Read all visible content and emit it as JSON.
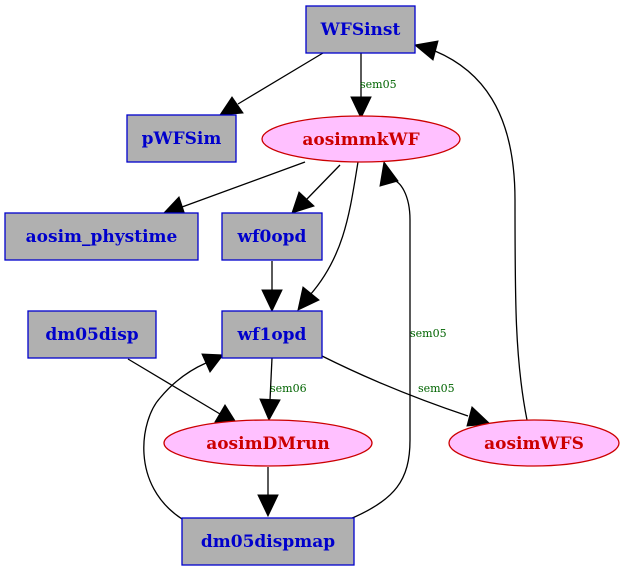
{
  "diagram": {
    "nodes": {
      "wfsinst": "WFSinst",
      "pwfsim": "pWFSim",
      "aosimmkwf": "aosimmkWF",
      "aosim_phystime": "aosim_phystime",
      "wf0opd": "wf0opd",
      "dm05disp": "dm05disp",
      "wf1opd": "wf1opd",
      "aosimdmrun": "aosimDMrun",
      "aosimwfs": "aosimWFS",
      "dm05dispmap": "dm05dispmap"
    },
    "edge_labels": {
      "wfsinst_to_aosimmkwf": "sem05",
      "dm05dispmap_to_aosimmkwf": "sem05",
      "wf1opd_to_aosimdmrun": "sem06",
      "wf1opd_to_aosimwfs": "sem05"
    },
    "colors": {
      "box_fill": "#b0b0b0",
      "box_stroke": "#0000cc",
      "box_text": "#0000cc",
      "ellipse_fill": "#ffc0ff",
      "ellipse_stroke": "#cc0000",
      "ellipse_text": "#cc0000",
      "edge_label_text": "#006400"
    }
  }
}
